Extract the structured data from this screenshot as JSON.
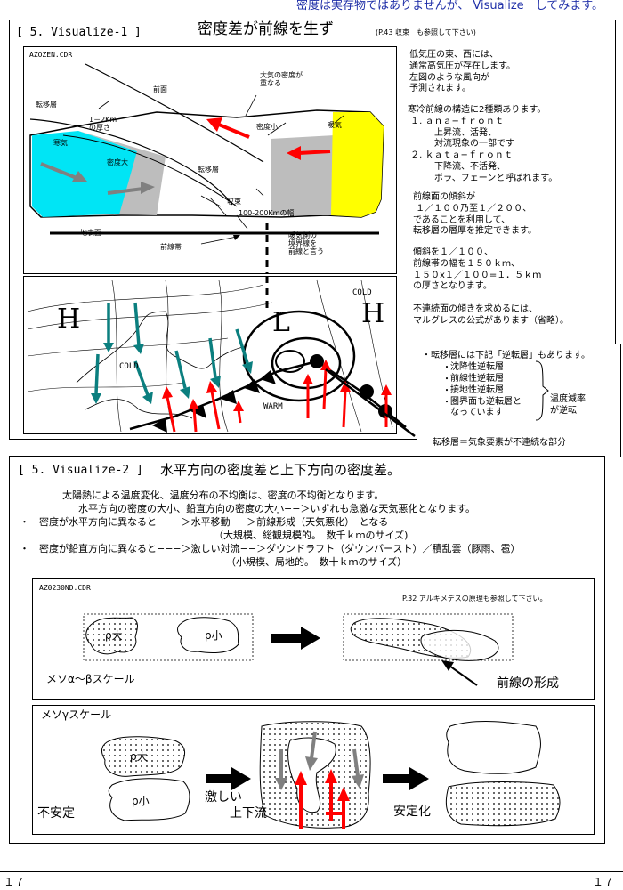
{
  "header": {
    "banner": "密度は実存物ではありませんが、 Visualize　してみます。"
  },
  "section1": {
    "tag": "[ 5. Visualize-1 ]",
    "title": "密度差が前線を生ず",
    "ref": "(P.43 収束　も参照して下さい)",
    "fig_top": {
      "file": "AZOZEN.CDR",
      "labels": {
        "zenmen": "前面",
        "tenisou_top": "転移層",
        "thickness": "1－2Km\nの厚さ",
        "density_overlap": "大気の密度が\n重なる",
        "density_small": "密度小",
        "warm_air": "暖気",
        "cold_air": "寒気",
        "density_large": "密度大",
        "tenisou_mid": "転移層",
        "convergence": "収束",
        "width": "100-200Kmの幅",
        "ground": "地表面",
        "front_zone": "前線帯",
        "boundary": "暖気側の\n境界線を\n前線と言う"
      }
    },
    "fig_bottom": {
      "labels": {
        "high_left": "H",
        "high_right": "H",
        "low": "L",
        "cold_left": "COLD",
        "cold_right": "COLD",
        "warm": "WARM"
      }
    },
    "text_blocks": [
      "低気圧の東、西には、\n通常高気圧が存在します。\n左図のような風向が\n予測されます。",
      "寒冷前線の構造に2種類あります。\n １. ａｎａ−ｆｒｏｎｔ\n　　　上昇流、活発、\n　　　対流現象の一部です\n ２. ｋａｔａ−ｆｒｏｎｔ\n　　　下降流、不活発、\n　　　ボラ、フェーンと呼ばれます。",
      "前線面の傾斜が\n １／１００乃至１／２００、\nであることを利用して、\n転移層の層厚を推定できます。",
      "傾斜を１／１００、\n前線帯の幅を１５０ｋｍ、\n１５０x１／１００=１．５ｋｍ\nの厚さとなります。",
      "不連続面の傾きを求めるには、\nマルグレスの公式があります（省略）。"
    ],
    "note_box": {
      "lead": "・転移層には下記「逆転層」もあります。",
      "items": [
        "沈降性逆転層",
        "前線性逆転層",
        "接地性逆転層",
        "圏界面も逆転層と\nなっています"
      ],
      "side": "温度減率\nが逆転",
      "footer": "転移層＝気象要素が不連続な部分"
    }
  },
  "section2": {
    "tag": "[ 5. Visualize-2 ]",
    "title": "水平方向の密度差と上下方向の密度差。",
    "paragraph": [
      "太陽熱による温度変化、温度分布の不均衡は、密度の不均衡となります。",
      "水平方向の密度の大小、鉛直方向の密度の大小−−＞いずれも急激な天気悪化となります。"
    ],
    "bullets": [
      {
        "text": "・　密度が水平方向に異なると−−−＞水平移動−−＞前線形成（天気悪化）　となる",
        "sub": "（大規模、総観規模的。　数千ｋｍのサイズ)"
      },
      {
        "text": "・　密度が鉛直方向に異なると−−−＞激しい対流−−＞ダウンドラフト（ダウンバースト）／積乱雲（豚雨、雹）",
        "sub": "（小規模、局地的。　数十ｋｍのサイズ）"
      }
    ],
    "fig_meso_ab": {
      "file": "AZ0230ND.CDR",
      "ref": "P.32 アルキメデスの原理も参照して下さい。",
      "rho_large": "ρ大",
      "rho_small": "ρ小",
      "scale": "メソα〜βスケール",
      "front_label": "前線の形成"
    },
    "fig_meso_g": {
      "scale": "メソγスケール",
      "rho_large": "ρ大",
      "rho_small": "ρ小",
      "unstable": "不安定",
      "violent": "激しい",
      "updown": "上下流",
      "stable": "安定化"
    }
  },
  "footer": {
    "page_left": "１７",
    "page_right": "１７"
  },
  "colors": {
    "banner": "#1f2fa8",
    "cyan": "#00e5f5",
    "yellow": "#ffff00",
    "gray": "#bdbdbd",
    "red": "#ff0000",
    "teal": "#0b7f7f"
  }
}
